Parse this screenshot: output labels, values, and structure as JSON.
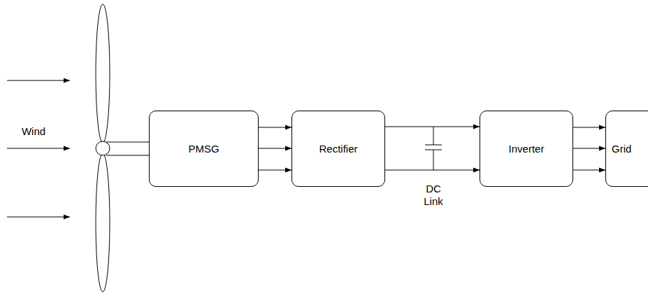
{
  "diagram": {
    "nodes": [
      {
        "text": [
          "PMSG"
        ]
      },
      {
        "text": [
          "Rectifier"
        ]
      },
      {
        "text": [
          "Inverter"
        ]
      },
      {
        "text": [
          "Grid"
        ]
      }
    ],
    "edges": [
      {
        "from": 0,
        "to": 1,
        "arrow": "to"
      },
      {
        "from": 0,
        "to": 1,
        "arrow": "to"
      },
      {
        "from": 0,
        "to": 1,
        "arrow": "to"
      },
      {
        "from": 1,
        "to": 2,
        "arrow": "to"
      },
      {
        "from": 1,
        "to": 2,
        "arrow": "to"
      },
      {
        "from": 2,
        "to": 3,
        "arrow": "to"
      },
      {
        "from": 2,
        "to": 3,
        "arrow": "to"
      },
      {
        "from": 2,
        "to": 3,
        "arrow": "to"
      }
    ],
    "labels": [
      "Wind",
      "DC Link"
    ]
  }
}
